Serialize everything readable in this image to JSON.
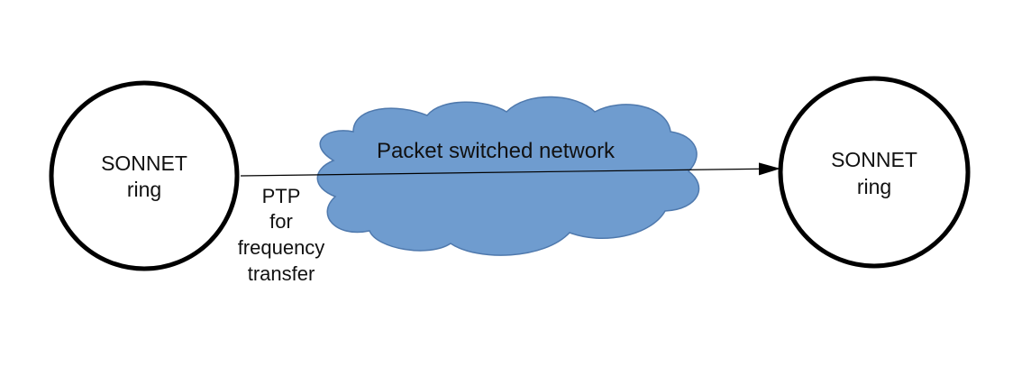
{
  "diagram": {
    "left_node": {
      "line1": "SONNET",
      "line2": "ring"
    },
    "right_node": {
      "line1": "SONNET",
      "line2": "ring"
    },
    "cloud": {
      "label": "Packet switched network",
      "fill": "#6f9ccf",
      "stroke": "#4f79ad"
    },
    "link_label": [
      "PTP",
      "for",
      "frequency",
      "transfer"
    ],
    "colors": {
      "node_stroke": "#000000",
      "line": "#000000"
    }
  }
}
